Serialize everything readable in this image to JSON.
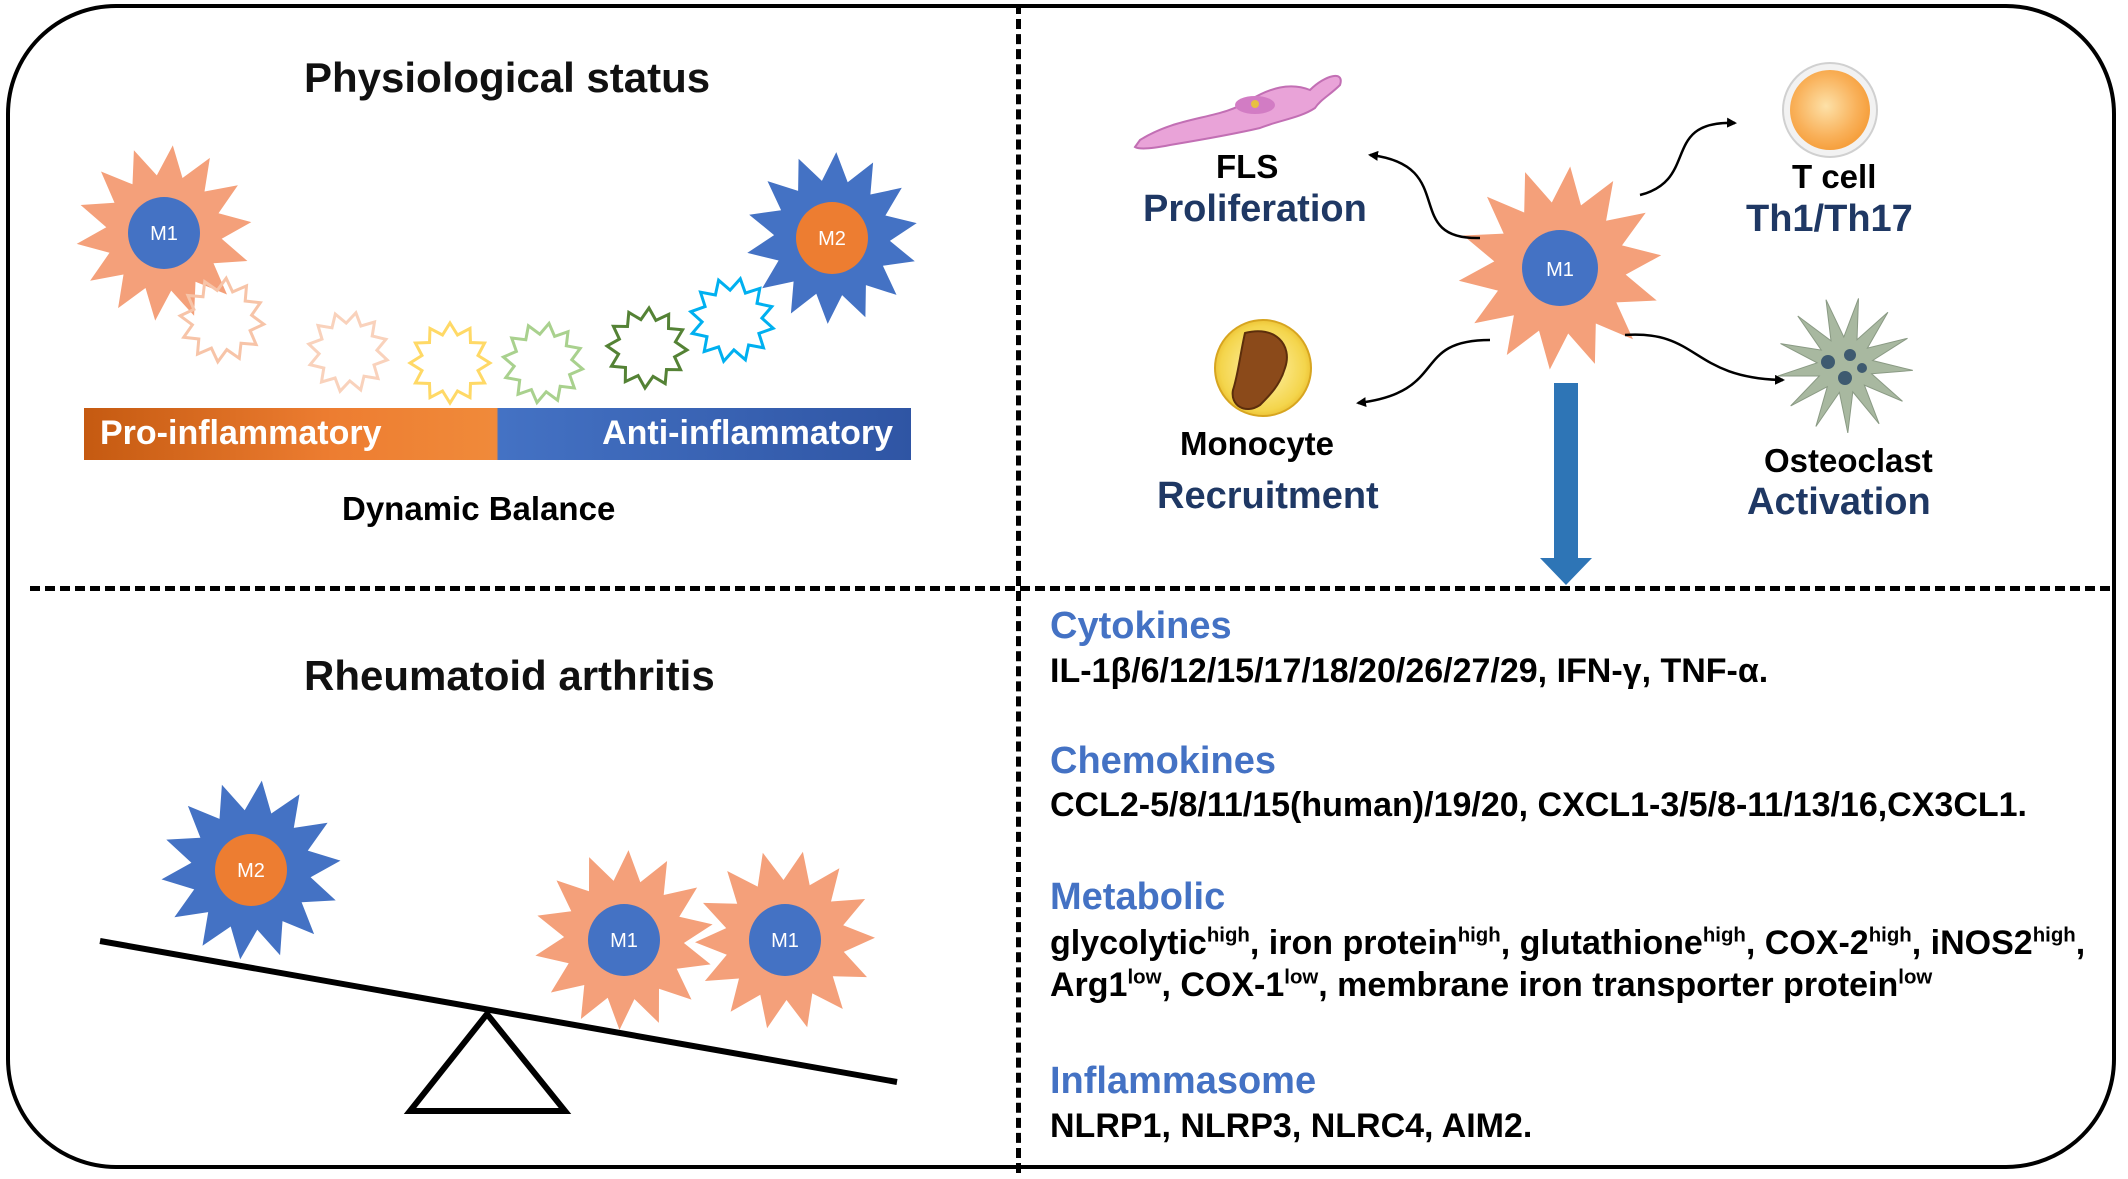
{
  "top_left": {
    "title": "Physiological status",
    "bar_left": "Pro-inflammatory",
    "bar_right": "Anti-inflammatory",
    "caption": "Dynamic Balance",
    "m1": "M1",
    "m2": "M2"
  },
  "top_right": {
    "center": "M1",
    "fls": "FLS",
    "fls_effect": "Proliferation",
    "tcell": "T cell",
    "tcell_effect": "Th1/Th17",
    "monocyte": "Monocyte",
    "monocyte_effect": "Recruitment",
    "osteoclast": "Osteoclast",
    "osteoclast_effect": "Activation"
  },
  "bottom_left": {
    "title": "Rheumatoid arthritis",
    "m2": "M2",
    "m1_a": "M1",
    "m1_b": "M1"
  },
  "bottom_right": {
    "cytokines_label": "Cytokines",
    "cytokines": "IL-1β/6/12/15/17/18/20/26/27/29, IFN-γ, TNF-α.",
    "chemokines_label": "Chemokines",
    "chemokines": "CCL2-5/8/11/15(human)/19/20, CXCL1-3/5/8-11/13/16,CX3CL1.",
    "metabolic_label": "Metabolic",
    "metabolic": [
      {
        "name": "glycolytic",
        "level": "high",
        "sep": ", "
      },
      {
        "name": "iron protein",
        "level": "high",
        "sep": ", "
      },
      {
        "name": "glutathione",
        "level": "high",
        "sep": ", "
      },
      {
        "name": "COX-2",
        "level": "high",
        "sep": ", "
      },
      {
        "name": "iNOS2",
        "level": "high",
        "sep": ","
      },
      {
        "name": "Arg1",
        "level": "low",
        "sep": ", "
      },
      {
        "name": "COX-1",
        "level": "low",
        "sep": ", "
      },
      {
        "name": "membrane iron transporter protein",
        "level": "low",
        "sep": ""
      }
    ],
    "inflammasome_label": "Inflammasome",
    "inflammasome": "NLRP1, NLRP3, NLRC4, AIM2."
  },
  "colors": {
    "m1_star": "#f4a07a",
    "m1_core": "#4472c4",
    "m2_star": "#4472c4",
    "m2_core": "#ed7d31",
    "category_blue": "#4472c4",
    "effect_navy": "#1f3864",
    "arrow_blue": "#2e75b6"
  }
}
